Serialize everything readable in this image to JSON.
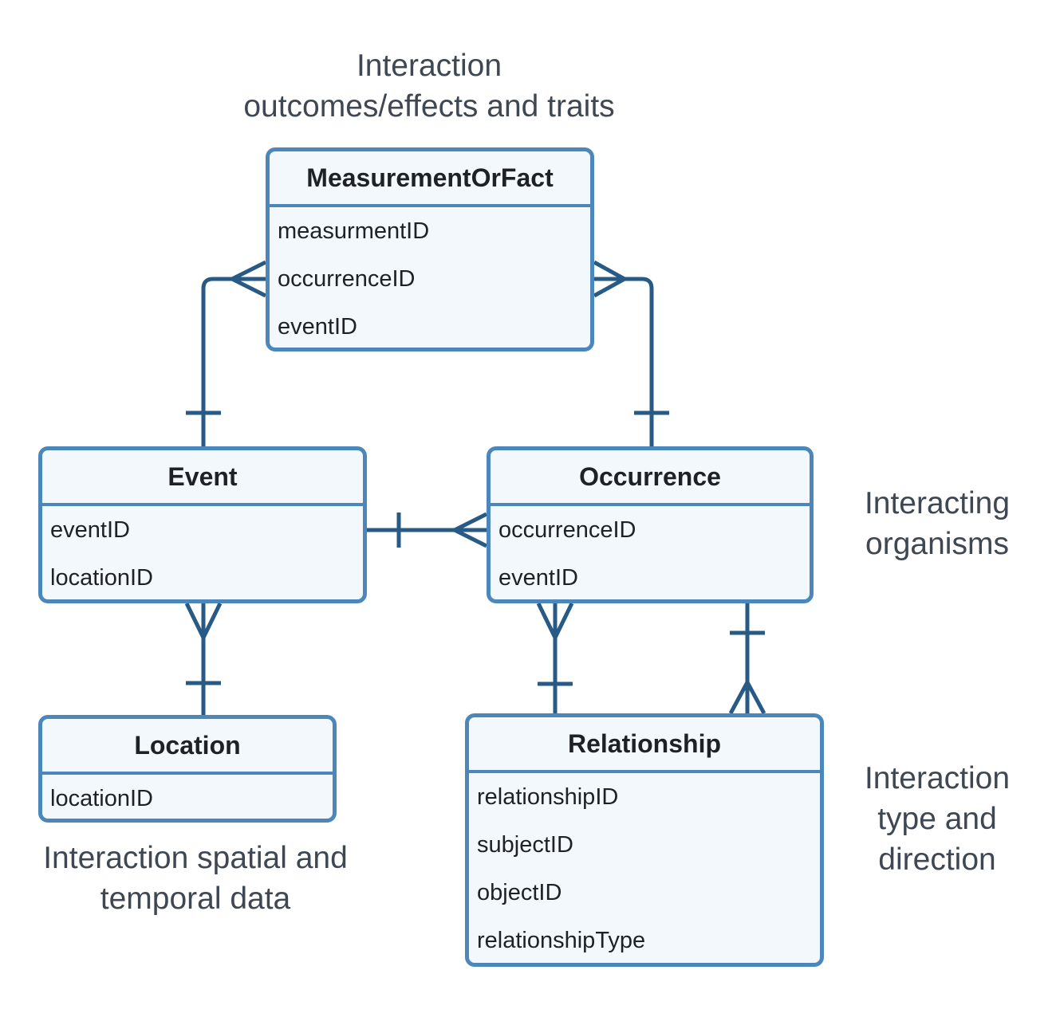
{
  "annotations": {
    "top": "Interaction\noutcomes/effects and traits",
    "right": "Interacting\norganisms",
    "bottom_left": "Interaction spatial and\ntemporal data",
    "bottom_right": "Interaction\ntype and\ndirection"
  },
  "entities": {
    "measurementOrFact": {
      "title": "MeasurementOrFact",
      "attributes": [
        "measurmentID",
        "occurrenceID",
        "eventID"
      ]
    },
    "event": {
      "title": "Event",
      "attributes": [
        "eventID",
        "locationID"
      ]
    },
    "occurrence": {
      "title": "Occurrence",
      "attributes": [
        "occurrenceID",
        "eventID"
      ]
    },
    "location": {
      "title": "Location",
      "attributes": [
        "locationID"
      ]
    },
    "relationship": {
      "title": "Relationship",
      "attributes": [
        "relationshipID",
        "subjectID",
        "objectID",
        "relationshipType"
      ]
    }
  },
  "relationships": [
    {
      "from": "Event",
      "to": "MeasurementOrFact",
      "from_cardinality": "one",
      "to_cardinality": "many",
      "notation": "crow-foot"
    },
    {
      "from": "Occurrence",
      "to": "MeasurementOrFact",
      "from_cardinality": "one",
      "to_cardinality": "many",
      "notation": "crow-foot"
    },
    {
      "from": "Event",
      "to": "Occurrence",
      "from_cardinality": "one",
      "to_cardinality": "many",
      "notation": "crow-foot"
    },
    {
      "from": "Location",
      "to": "Event",
      "from_cardinality": "one",
      "to_cardinality": "many",
      "notation": "crow-foot"
    },
    {
      "from": "Relationship",
      "to": "Occurrence",
      "from_cardinality": "one",
      "to_cardinality": "many",
      "notation": "crow-foot"
    },
    {
      "from": "Occurrence",
      "to": "Relationship",
      "from_cardinality": "one",
      "to_cardinality": "many",
      "notation": "crow-foot"
    }
  ],
  "colors": {
    "entity_border": "#4b87ba",
    "entity_fill": "#f3f8fc",
    "connector": "#275a84",
    "annotation_text": "#3e4752",
    "entity_text": "#1e2227",
    "page_bg": "#ffffff"
  }
}
